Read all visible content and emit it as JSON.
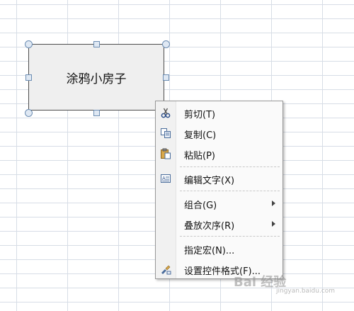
{
  "shape": {
    "text": "涂鸦小房子"
  },
  "context_menu": {
    "items": [
      {
        "label": "剪切(T)",
        "icon": "scissors-icon"
      },
      {
        "label": "复制(C)",
        "icon": "copy-icon"
      },
      {
        "label": "粘贴(P)",
        "icon": "paste-icon"
      },
      {
        "label": "编辑文字(X)",
        "icon": "edit-text-icon"
      },
      {
        "label": "组合(G)",
        "has_submenu": true
      },
      {
        "label": "叠放次序(R)",
        "has_submenu": true
      },
      {
        "label": "指定宏(N)..."
      },
      {
        "label": "设置控件格式(F)...",
        "icon": "format-control-icon"
      }
    ]
  },
  "watermark": {
    "text": "Bai 经验",
    "sub": "jingyan.baidu.com"
  },
  "colors": {
    "grid": "#d7dde6",
    "handle_border": "#6c8db3",
    "menu_border": "#979797"
  }
}
